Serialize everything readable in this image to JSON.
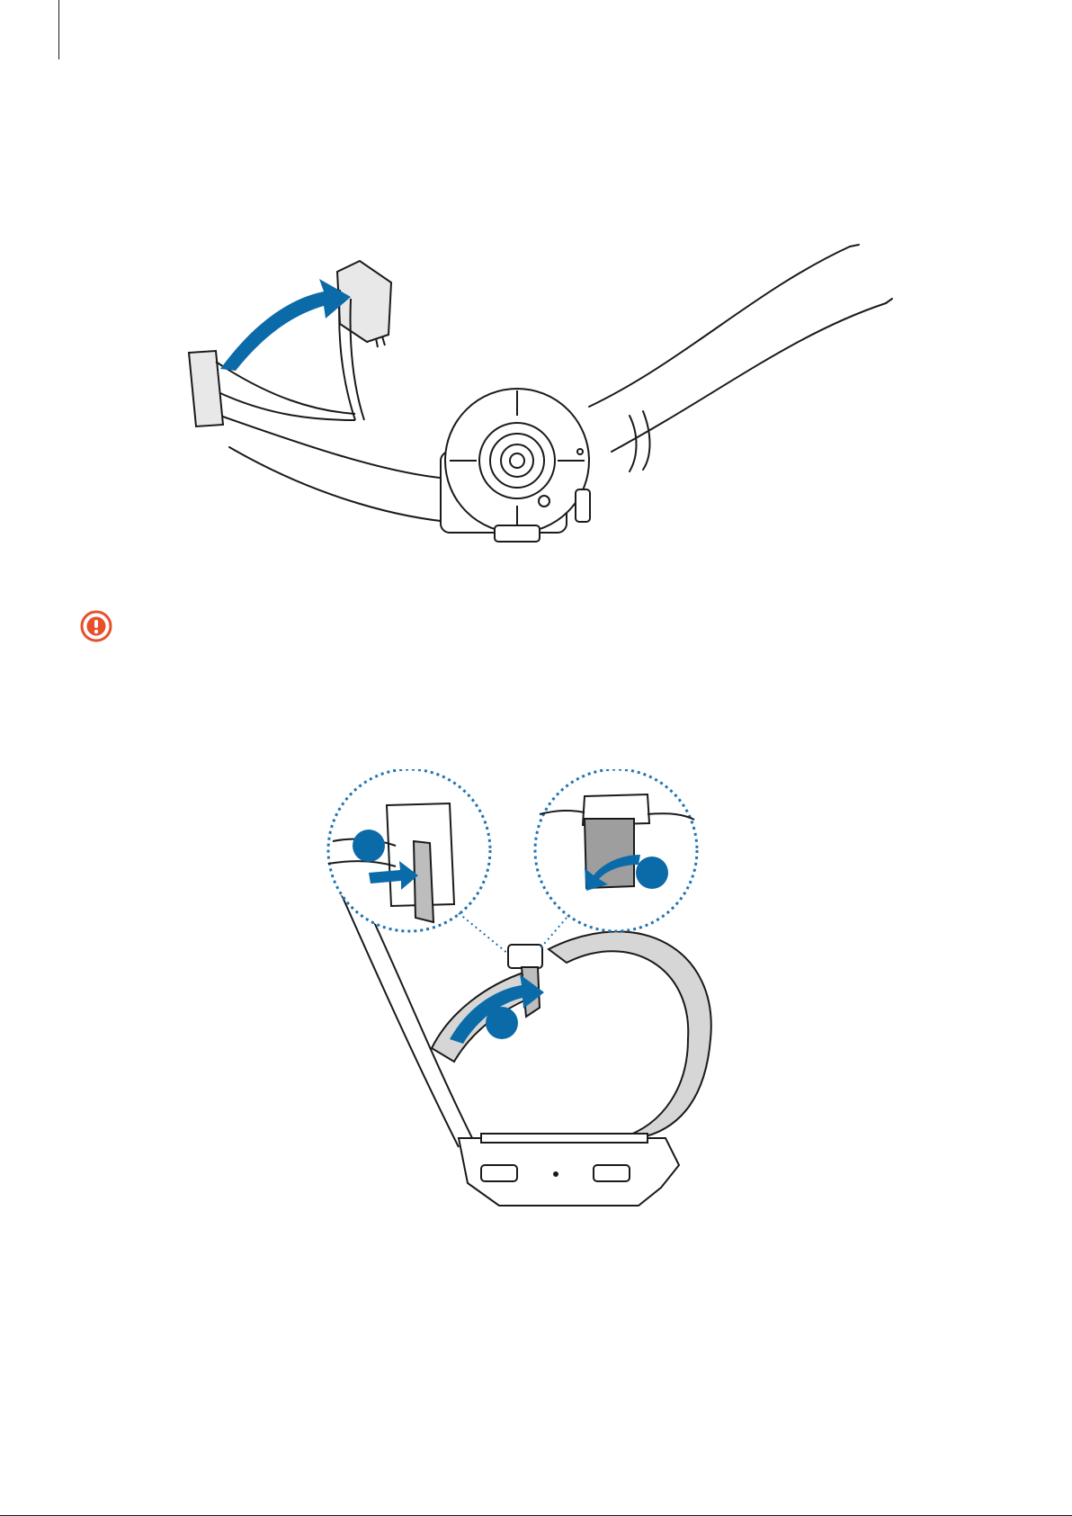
{
  "page": {
    "page_number": "",
    "caution_icon": "caution-icon"
  },
  "figures": [
    {
      "id": "charger-figure",
      "icon": "watch-charger-illustration"
    },
    {
      "id": "strap-figure",
      "icon": "watch-strap-illustration"
    }
  ],
  "colors": {
    "arrow_blue": "#0b6aa8",
    "caution_orange": "#e8502b",
    "line": "#1a1a1a",
    "strap_gray": "#d6d6d6",
    "dot_border": "#1f74b3"
  }
}
